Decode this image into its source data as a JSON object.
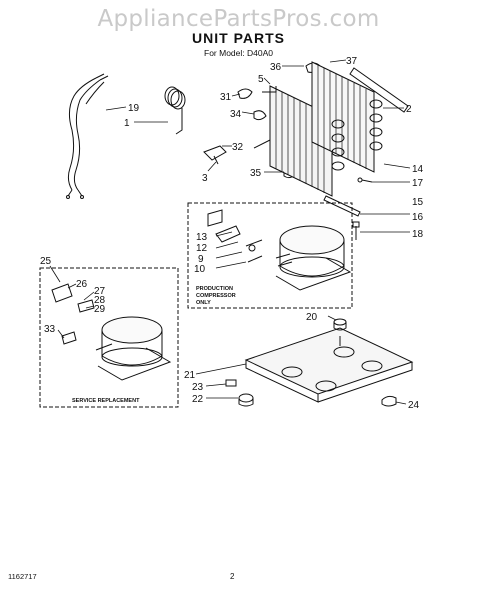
{
  "header": {
    "watermark": "AppliancePartsPros.com",
    "title": "UNIT PARTS",
    "model_line": "For Model: D40A0"
  },
  "boxes": {
    "production": [
      "PRODUCTION",
      "COMPRESSOR",
      "ONLY"
    ],
    "service": "SERVICE REPLACEMENT"
  },
  "callouts": {
    "c1": "1",
    "c2": "2",
    "c3": "3",
    "c5": "5",
    "c9": "9",
    "c10": "10",
    "c12": "12",
    "c13": "13",
    "c14": "14",
    "c15": "15",
    "c16": "16",
    "c17": "17",
    "c18": "18",
    "c19": "19",
    "c20": "20",
    "c21": "21",
    "c22": "22",
    "c23": "23",
    "c24": "24",
    "c25": "25",
    "c26": "26",
    "c27": "27",
    "c28": "28",
    "c29": "29",
    "c31": "31",
    "c32": "32",
    "c33": "33",
    "c34": "34",
    "c35": "35",
    "c36": "36",
    "c37": "37"
  },
  "footer": {
    "doc_number": "1162717",
    "page_number": "2"
  }
}
